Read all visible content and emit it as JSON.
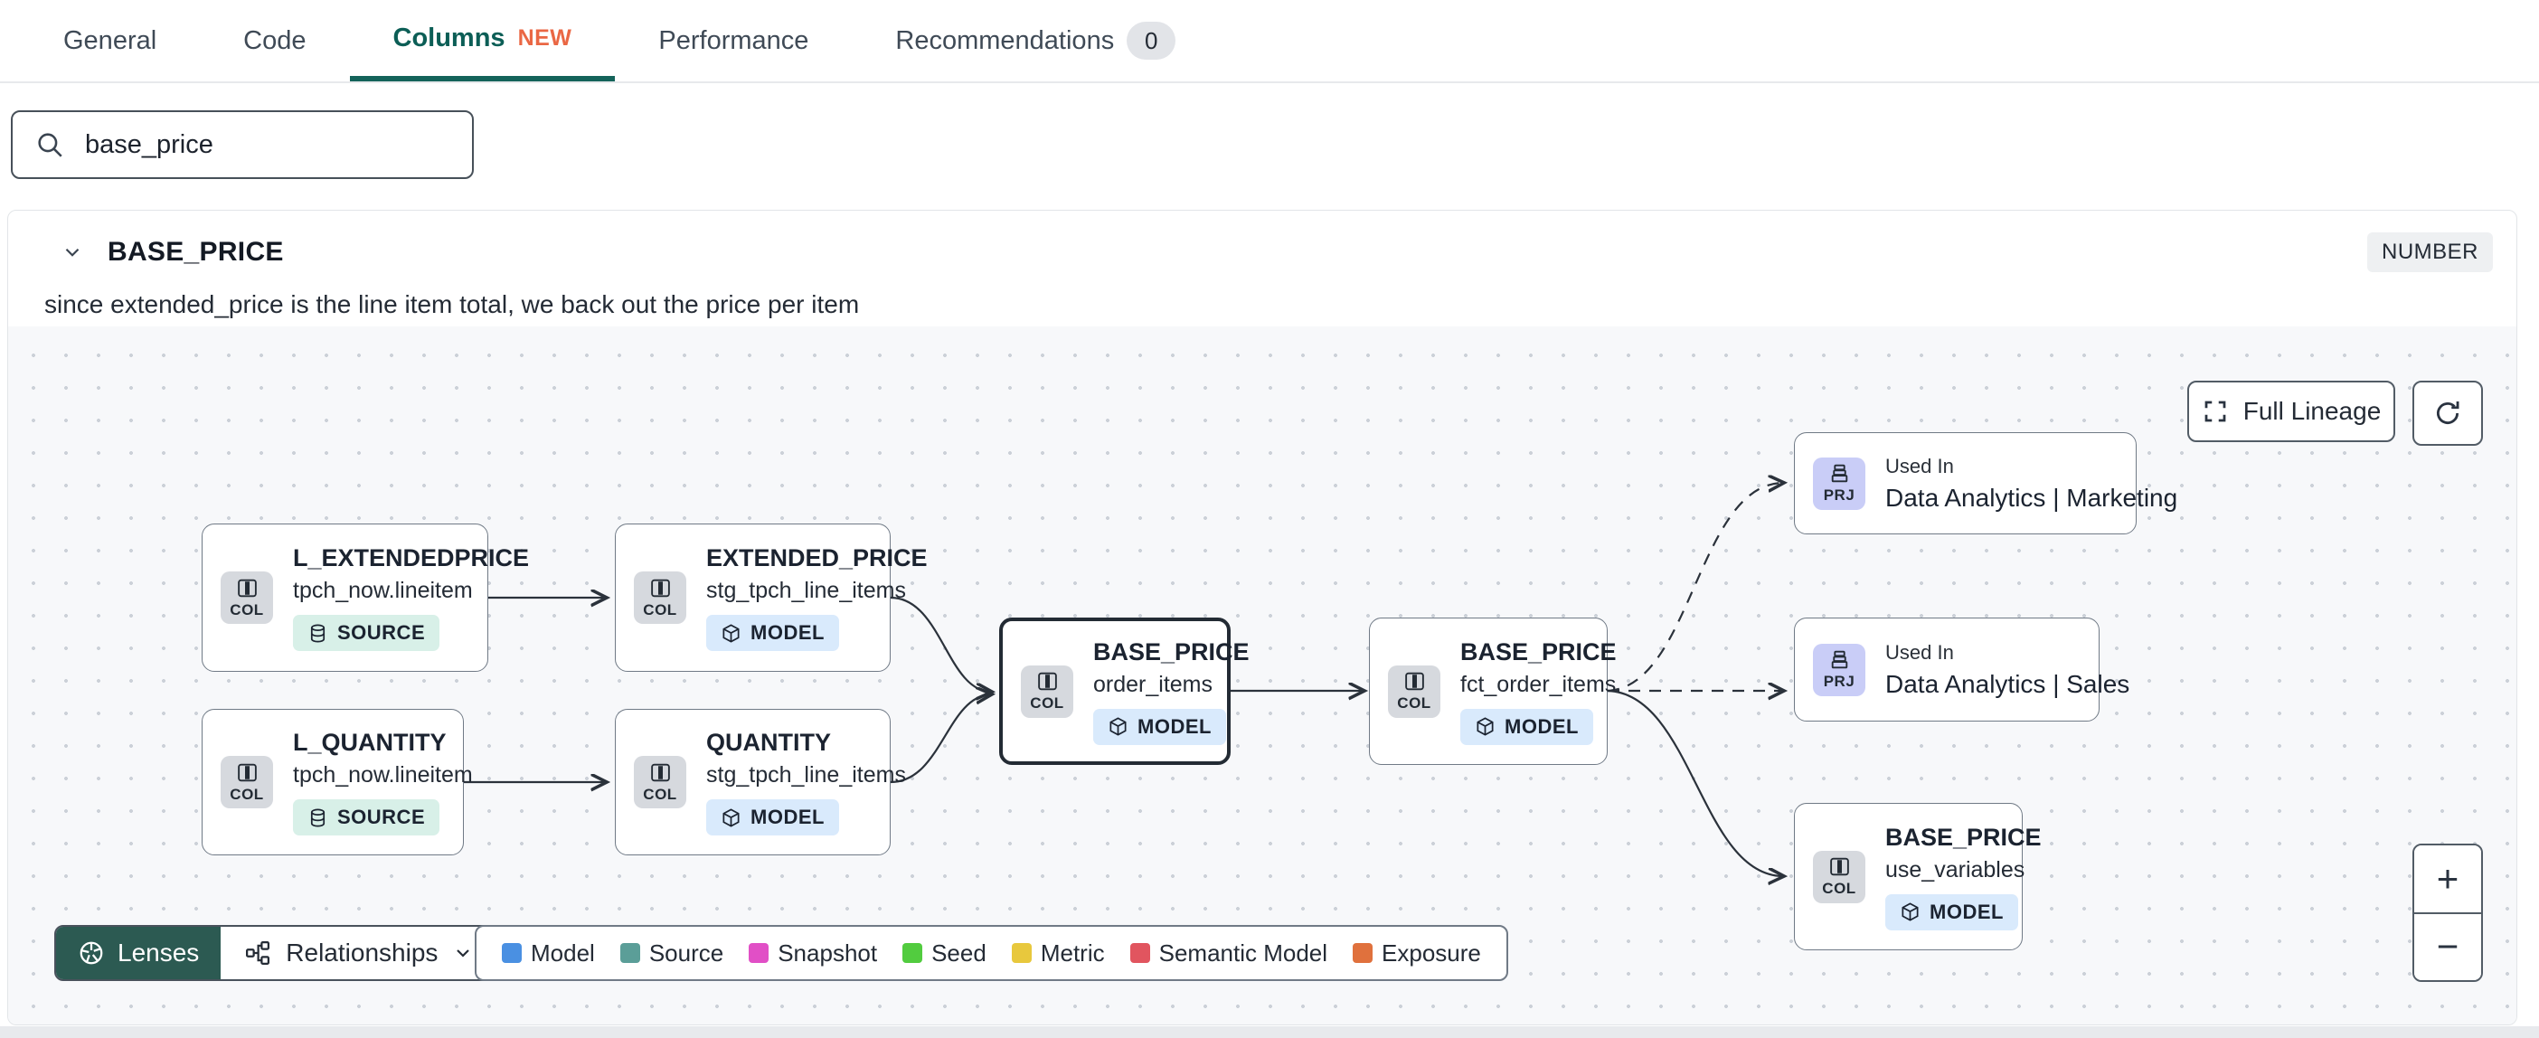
{
  "tabs": {
    "items": [
      {
        "label": "General"
      },
      {
        "label": "Code"
      },
      {
        "label": "Columns",
        "new_badge": "NEW"
      },
      {
        "label": "Performance"
      },
      {
        "label": "Recommendations",
        "count": "0"
      }
    ]
  },
  "search": {
    "value": "base_price"
  },
  "column_panel": {
    "name": "BASE_PRICE",
    "type_badge": "NUMBER",
    "description": "since extended_price is the line item total, we back out the price per item"
  },
  "canvas": {
    "full_lineage_label": "Full Lineage",
    "lenses_label": "Lenses",
    "relationships_label": "Relationships",
    "zoom_in_label": "+",
    "zoom_out_label": "−",
    "chip_col": "COL",
    "chip_prj": "PRJ",
    "badge_source": "SOURCE",
    "badge_model": "MODEL",
    "used_in_label": "Used In",
    "nodes": [
      {
        "title": "L_EXTENDEDPRICE",
        "subtitle": "tpch_now.lineitem",
        "badge": "SOURCE"
      },
      {
        "title": "EXTENDED_PRICE",
        "subtitle": "stg_tpch_line_items",
        "badge": "MODEL"
      },
      {
        "title": "L_QUANTITY",
        "subtitle": "tpch_now.lineitem",
        "badge": "SOURCE"
      },
      {
        "title": "QUANTITY",
        "subtitle": "stg_tpch_line_items",
        "badge": "MODEL"
      },
      {
        "title": "BASE_PRICE",
        "subtitle": "order_items",
        "badge": "MODEL"
      },
      {
        "title": "BASE_PRICE",
        "subtitle": "fct_order_items",
        "badge": "MODEL"
      },
      {
        "title": "Data Analytics | Marketing",
        "top_label": "Used In"
      },
      {
        "title": "Data Analytics | Sales",
        "top_label": "Used In"
      },
      {
        "title": "BASE_PRICE",
        "subtitle": "use_variables",
        "badge": "MODEL"
      }
    ],
    "legend": [
      {
        "label": "Model",
        "color": "#4a90e2"
      },
      {
        "label": "Source",
        "color": "#5b9e98"
      },
      {
        "label": "Snapshot",
        "color": "#e14fc6"
      },
      {
        "label": "Seed",
        "color": "#52cc3f"
      },
      {
        "label": "Metric",
        "color": "#e8c83d"
      },
      {
        "label": "Semantic Model",
        "color": "#e1555f"
      },
      {
        "label": "Exposure",
        "color": "#e0713d"
      }
    ],
    "colors": {
      "badge_source_bg": "#d8f0e8",
      "badge_model_bg": "#d9eafc",
      "chip_col_bg": "#d6d9de",
      "chip_prj_bg": "#c9cdf7",
      "lenses_bg": "#2c5a52",
      "active_tab": "#0c5e56",
      "new_badge": "#ea6744"
    }
  }
}
